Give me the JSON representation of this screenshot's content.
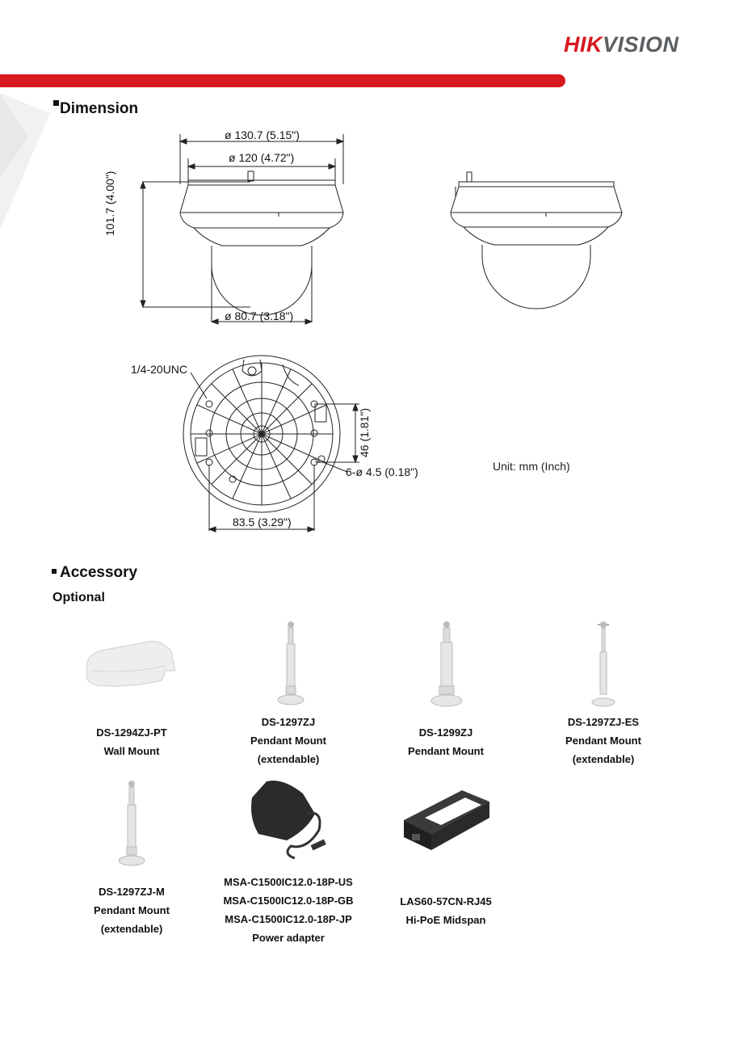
{
  "brand": {
    "prefix": "HIK",
    "suffix": "VISION"
  },
  "dimension": {
    "title": "Dimension",
    "outer_diameter": "ø 130.7 (5.15\")",
    "inner_diameter": "ø 120 (4.72\")",
    "height": "101.7 (4.00\")",
    "dome_diameter": "ø 80.7 (3.18\")",
    "thread": "1/4-20UNC",
    "hole_spacing": "46 (1.81\")",
    "holes": "6-ø 4.5 (0.18\")",
    "base_width": "83.5 (3.29\")",
    "unit": "Unit: mm (Inch)"
  },
  "accessory": {
    "title": "Accessory",
    "subtitle": "Optional",
    "items": [
      {
        "lines": [
          "DS-1294ZJ-PT",
          "Wall Mount"
        ]
      },
      {
        "lines": [
          "DS-1297ZJ",
          "Pendant Mount",
          "(extendable)"
        ]
      },
      {
        "lines": [
          "DS-1299ZJ",
          "Pendant Mount"
        ]
      },
      {
        "lines": [
          "DS-1297ZJ-ES",
          "Pendant Mount",
          "(extendable)"
        ]
      },
      {
        "lines": [
          "DS-1297ZJ-M",
          "Pendant Mount",
          "(extendable)"
        ]
      },
      {
        "lines": [
          "MSA-C1500IC12.0-18P-US",
          "MSA-C1500IC12.0-18P-GB",
          "MSA-C1500IC12.0-18P-JP",
          "Power adapter"
        ]
      },
      {
        "lines": [
          "LAS60-57CN-RJ45",
          "Hi-PoE Midspan"
        ]
      }
    ]
  }
}
